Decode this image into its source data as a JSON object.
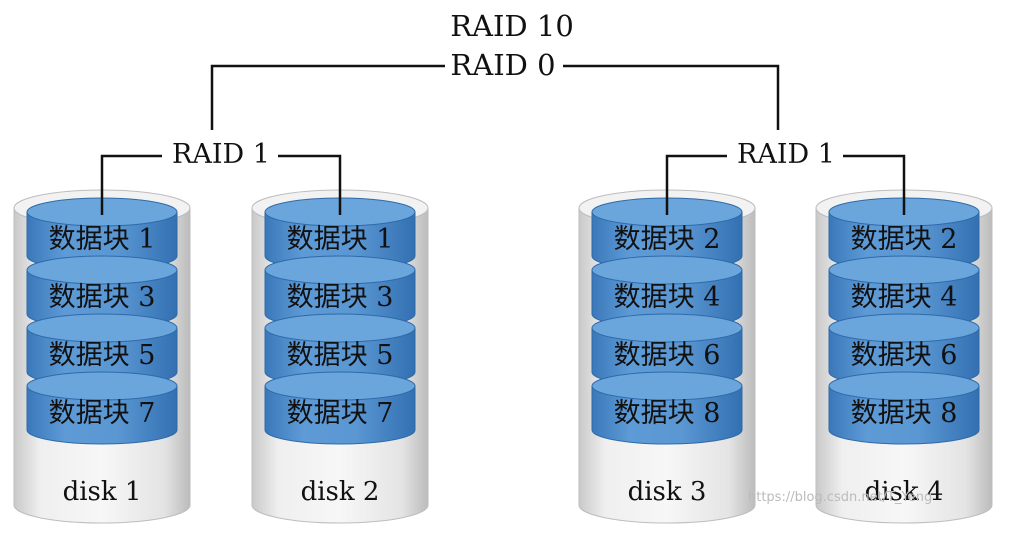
{
  "title_raid10": "RAID 10",
  "title_raid0": "RAID 0",
  "groups": [
    {
      "label": "RAID 1"
    },
    {
      "label": "RAID 1"
    }
  ],
  "disks": [
    {
      "name": "disk 1",
      "blocks": [
        "数据块 1",
        "数据块 3",
        "数据块 5",
        "数据块 7"
      ]
    },
    {
      "name": "disk 2",
      "blocks": [
        "数据块 1",
        "数据块 3",
        "数据块 5",
        "数据块 7"
      ]
    },
    {
      "name": "disk 3",
      "blocks": [
        "数据块 2",
        "数据块 4",
        "数据块 6",
        "数据块 8"
      ]
    },
    {
      "name": "disk 4",
      "blocks": [
        "数据块 2",
        "数据块 4",
        "数据块 6",
        "数据块 8"
      ]
    }
  ],
  "watermark": "https://blog.csdn.net/T_Yeng",
  "colors": {
    "block_fill": "#4f8fcf",
    "block_top": "#6aa6dc",
    "block_edge": "#2f6aa8",
    "disk_body": "#e2e2e2",
    "disk_edge": "#bdbdbd",
    "line": "#111111"
  }
}
